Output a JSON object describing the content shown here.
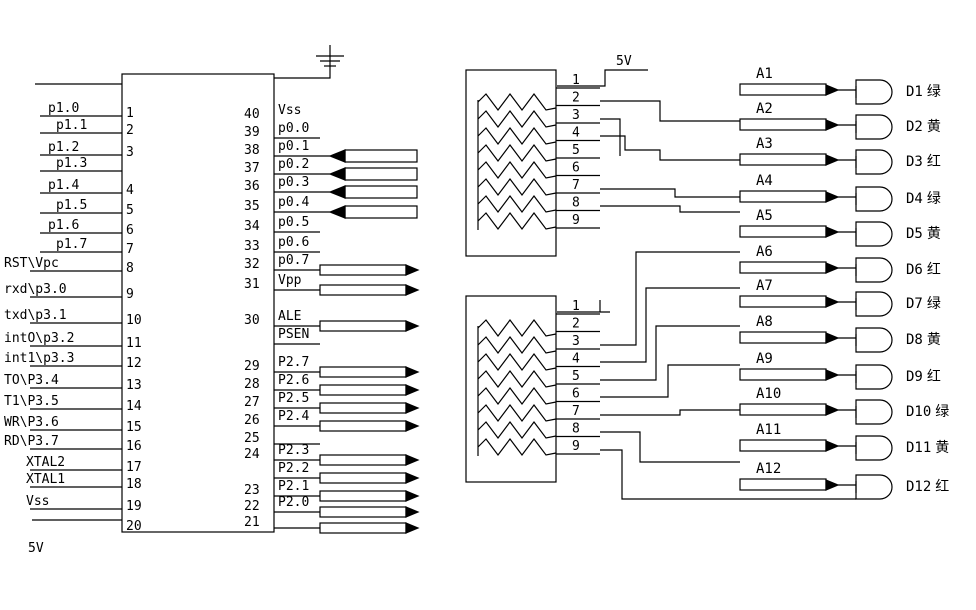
{
  "supply_label_top": "5V",
  "supply_label_bottom": "5V",
  "chip": {
    "left_pins": [
      {
        "num": "1",
        "sig": "p1.0"
      },
      {
        "num": "2",
        "sig": "p1.1"
      },
      {
        "num": "3",
        "sig": "p1.2"
      },
      {
        "num": "",
        "sig": "p1.3"
      },
      {
        "num": "4",
        "sig": "p1.4"
      },
      {
        "num": "5",
        "sig": "p1.5"
      },
      {
        "num": "6",
        "sig": "p1.6"
      },
      {
        "num": "7",
        "sig": "p1.7"
      },
      {
        "num": "8",
        "sig": "RST\\Vpc"
      },
      {
        "num": "9",
        "sig": "rxd\\p3.0"
      },
      {
        "num": "10",
        "sig": "txd\\p3.1"
      },
      {
        "num": "11",
        "sig": "intO\\p3.2"
      },
      {
        "num": "12",
        "sig": "int1\\p3.3"
      },
      {
        "num": "13",
        "sig": "TO\\P3.4"
      },
      {
        "num": "14",
        "sig": "T1\\P3.5"
      },
      {
        "num": "15",
        "sig": "WR\\P3.6"
      },
      {
        "num": "16",
        "sig": "RD\\P3.7"
      },
      {
        "num": "17",
        "sig": "XTAL2"
      },
      {
        "num": "18",
        "sig": "XTAL1"
      },
      {
        "num": "19",
        "sig": "Vss"
      },
      {
        "num": "20",
        "sig": ""
      }
    ],
    "right_pins": [
      {
        "num": "40",
        "sig": "Vss"
      },
      {
        "num": "39",
        "sig": "p0.0"
      },
      {
        "num": "38",
        "sig": "p0.1"
      },
      {
        "num": "37",
        "sig": "p0.2"
      },
      {
        "num": "36",
        "sig": "p0.3"
      },
      {
        "num": "35",
        "sig": "p0.4"
      },
      {
        "num": "34",
        "sig": "p0.5"
      },
      {
        "num": "33",
        "sig": "p0.6"
      },
      {
        "num": "32",
        "sig": "p0.7"
      },
      {
        "num": "31",
        "sig": "Vpp"
      },
      {
        "num": "30",
        "sig": "ALE"
      },
      {
        "num": "",
        "sig": "PSEN"
      },
      {
        "num": "29",
        "sig": "P2.7"
      },
      {
        "num": "28",
        "sig": "P2.6"
      },
      {
        "num": "27",
        "sig": "P2.5"
      },
      {
        "num": "26",
        "sig": "P2.4"
      },
      {
        "num": "25",
        "sig": ""
      },
      {
        "num": "24",
        "sig": "P2.3"
      },
      {
        "num": "",
        "sig": "P2.2"
      },
      {
        "num": "23",
        "sig": "P2.1"
      },
      {
        "num": "22",
        "sig": "P2.0"
      },
      {
        "num": "21",
        "sig": ""
      }
    ]
  },
  "connector_top": {
    "pins": [
      "1",
      "2",
      "3",
      "4",
      "5",
      "6",
      "7",
      "8",
      "9"
    ]
  },
  "connector_bottom": {
    "pins": [
      "1",
      "2",
      "3",
      "4",
      "5",
      "6",
      "7",
      "8",
      "9"
    ]
  },
  "leds": [
    {
      "wire": "A1",
      "name": "D1",
      "color": "绿"
    },
    {
      "wire": "A2",
      "name": "D2",
      "color": "黄"
    },
    {
      "wire": "A3",
      "name": "D3",
      "color": "红"
    },
    {
      "wire": "A4",
      "name": "D4",
      "color": "绿"
    },
    {
      "wire": "A5",
      "name": "D5",
      "color": "黄"
    },
    {
      "wire": "A6",
      "name": "D6",
      "color": "红"
    },
    {
      "wire": "A7",
      "name": "D7",
      "color": "绿"
    },
    {
      "wire": "A8",
      "name": "D8",
      "color": "黄"
    },
    {
      "wire": "A9",
      "name": "D9",
      "color": "红"
    },
    {
      "wire": "A10",
      "name": "D10",
      "color": "绿"
    },
    {
      "wire": "A11",
      "name": "D11",
      "color": "黄"
    },
    {
      "wire": "A12",
      "name": "D12",
      "color": "红"
    }
  ]
}
